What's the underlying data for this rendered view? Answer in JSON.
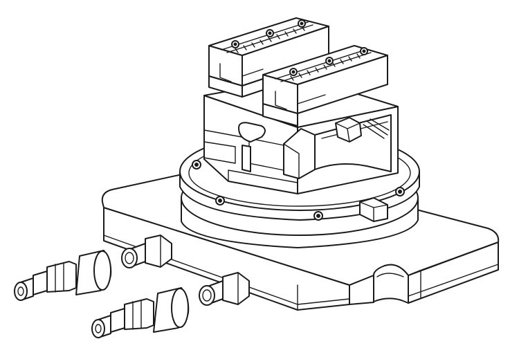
{
  "drawing": {
    "line_color": "#1a1a1a",
    "fill_color": "#ffffff",
    "background": "#ffffff",
    "parts": [
      "base-plate",
      "rotary-base",
      "vise-body",
      "fixed-jaw",
      "movable-jaw",
      "quick-coupling-plug",
      "quick-coupling-socket"
    ]
  }
}
